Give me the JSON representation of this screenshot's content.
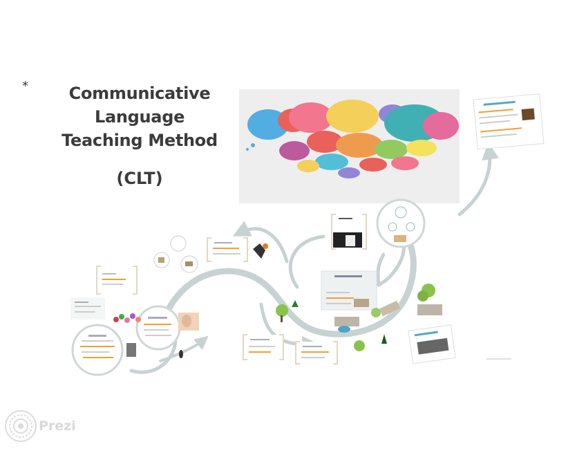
{
  "title": {
    "marker": "*",
    "line1": "Communicative Language",
    "line2": "Teaching Method",
    "abbreviation": "(CLT)"
  },
  "branding": {
    "name": "Prezi",
    "icon": "prezi-logo-icon"
  },
  "colors": {
    "path": "#c7d2d2",
    "frame": "#d0d6d6",
    "title_text": "#3b3b3b",
    "accent_orange": "#f0a030",
    "bubble_panel": "#eeeeee"
  },
  "canvas": {
    "type": "prezi-zoomable-presentation-overview"
  }
}
